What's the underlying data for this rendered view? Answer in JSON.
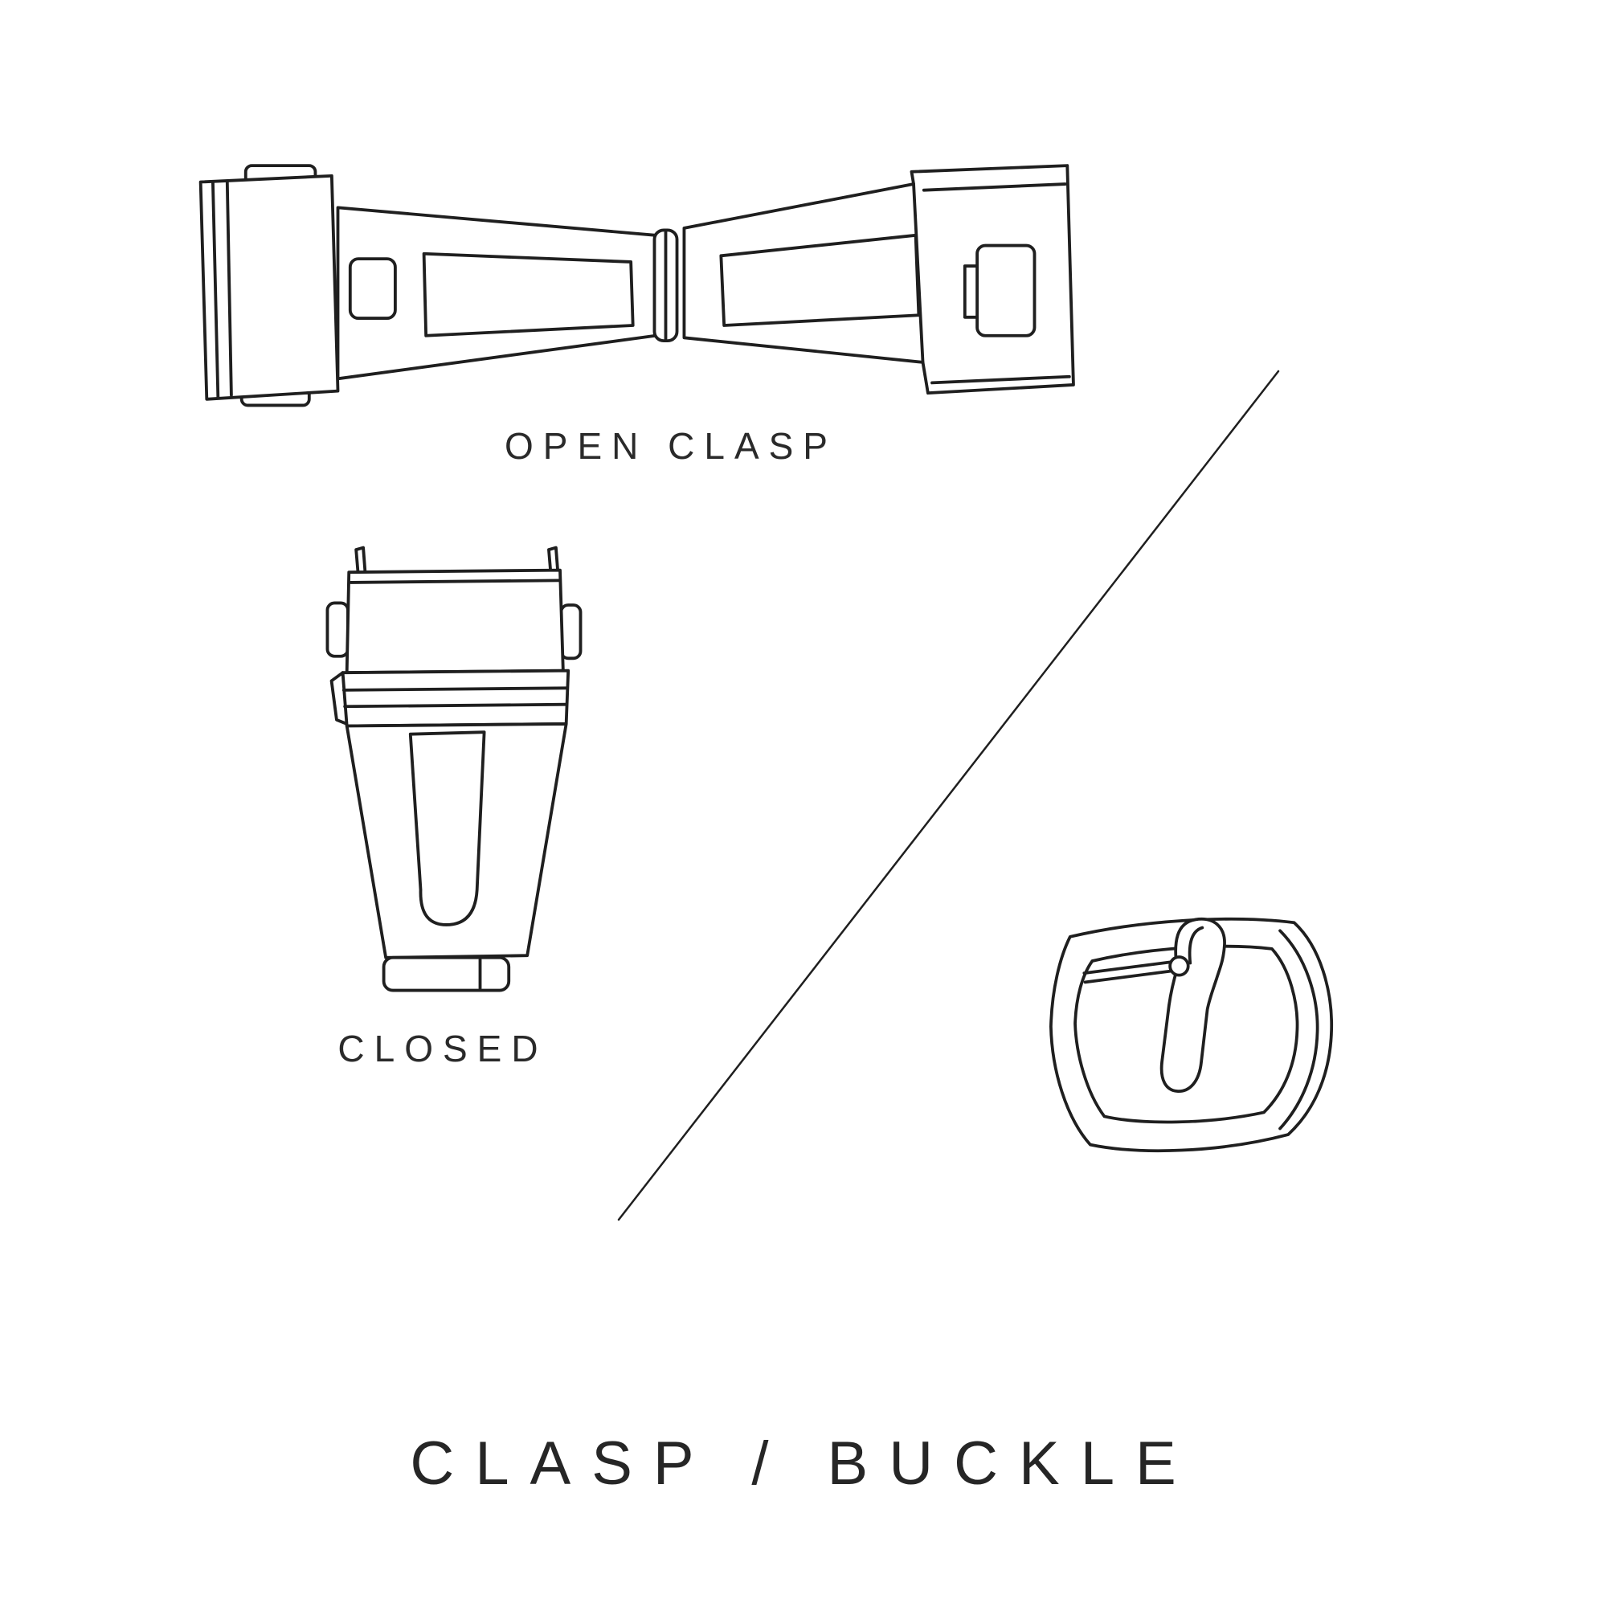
{
  "page": {
    "title": "CLASP / BUCKLE",
    "background_color": "#ffffff",
    "line_color": "#1f1f1f",
    "text_color": "#2a2a2a"
  },
  "labels": {
    "open_clasp": "OPEN CLASP",
    "closed": "CLOSED"
  },
  "illustrations": [
    {
      "name": "open-clasp-diagram",
      "caption": "OPEN CLASP"
    },
    {
      "name": "closed-clasp-diagram",
      "caption": "CLOSED"
    },
    {
      "name": "tang-buckle-diagram",
      "caption": ""
    }
  ],
  "divider": {
    "type": "diagonal-line"
  }
}
